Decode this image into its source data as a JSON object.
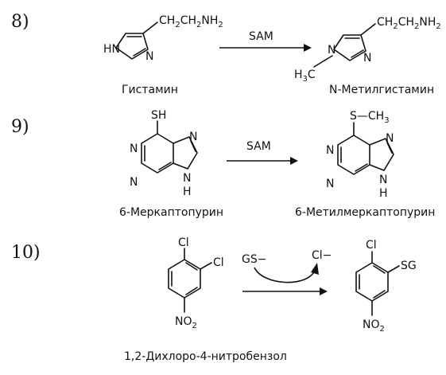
{
  "reactions": [
    {
      "number": "8)",
      "reagent": "SAM",
      "substrate": {
        "name": "Гистамин",
        "side_chain": "CH2CH2NH2",
        "ring_labels": [
          "HN",
          "N"
        ]
      },
      "product": {
        "name": "N-Метилгистамин",
        "side_chain": "CH2CH2NH2",
        "ring_labels": [
          "N",
          "N"
        ],
        "methyl": "H3C"
      }
    },
    {
      "number": "9)",
      "reagent": "SAM",
      "substrate": {
        "name": "6-Меркаптопурин",
        "substituent": "SH",
        "ring_labels": [
          "N",
          "N",
          "N",
          "N",
          "H"
        ]
      },
      "product": {
        "name": "6-Метилмеркаптопурин",
        "substituent": "S—CH3",
        "ring_labels": [
          "N",
          "N",
          "N",
          "N",
          "H"
        ]
      }
    },
    {
      "number": "10)",
      "reagent_in": "GS−",
      "reagent_out": "Cl−",
      "substrate": {
        "name": "1,2-Дихлоро-4-нитробензол",
        "substituents": [
          "Cl",
          "Cl",
          "NO2"
        ]
      },
      "product": {
        "substituents": [
          "Cl",
          "SG",
          "NO2"
        ]
      }
    }
  ]
}
